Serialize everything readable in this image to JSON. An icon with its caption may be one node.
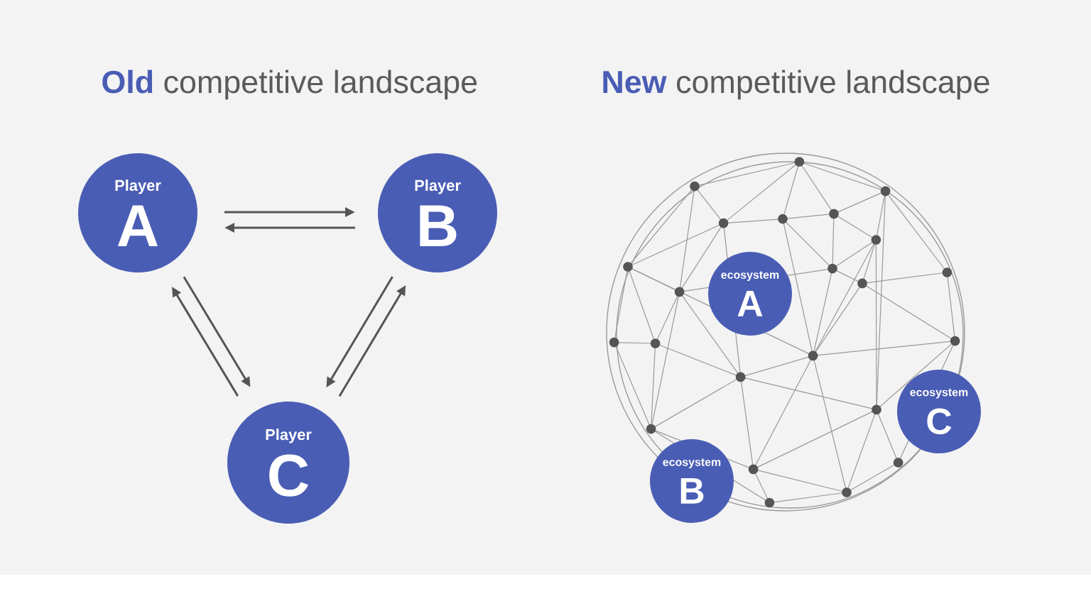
{
  "diagram": {
    "nodes": [
      {
        "text": [
          "Player",
          "A"
        ]
      },
      {
        "text": [
          "Player",
          "B"
        ]
      },
      {
        "text": [
          "Player",
          "C"
        ]
      },
      {
        "text": [
          "ecosystem",
          "A"
        ]
      },
      {
        "text": [
          "ecosystem",
          "B"
        ]
      },
      {
        "text": [
          "ecosystem",
          "C"
        ]
      }
    ],
    "edges": [
      {
        "from": 0,
        "to": 1,
        "arrow": "to"
      },
      {
        "from": 1,
        "to": 0,
        "arrow": "to"
      },
      {
        "from": 0,
        "to": 2,
        "arrow": "to"
      },
      {
        "from": 2,
        "to": 0,
        "arrow": "to"
      },
      {
        "from": 1,
        "to": 2,
        "arrow": "to"
      },
      {
        "from": 2,
        "to": 1,
        "arrow": "to"
      }
    ],
    "labels": [
      "**Old** competitive landscape",
      "**New** competitive landscape"
    ]
  }
}
